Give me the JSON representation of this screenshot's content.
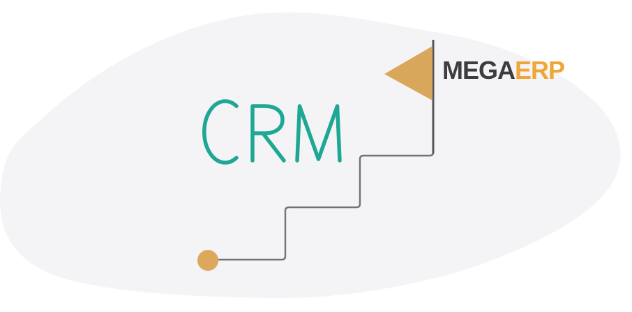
{
  "page": {
    "background_color": "#ffffff",
    "cloud_color": "#f4f4f6"
  },
  "hero": {
    "title": "CRM",
    "title_color": "#1ea794"
  },
  "logo": {
    "full_name": "MEGAERP",
    "brand_part1": "MEGA",
    "brand_part1_color": "#3d3d40",
    "brand_part2": "ERP",
    "brand_part2_color": "#efa636"
  },
  "illustration": {
    "flag_color": "#d9a75c",
    "dot_color": "#dba85c",
    "step_line_color": "#737377",
    "pole_color": "#55565a"
  }
}
